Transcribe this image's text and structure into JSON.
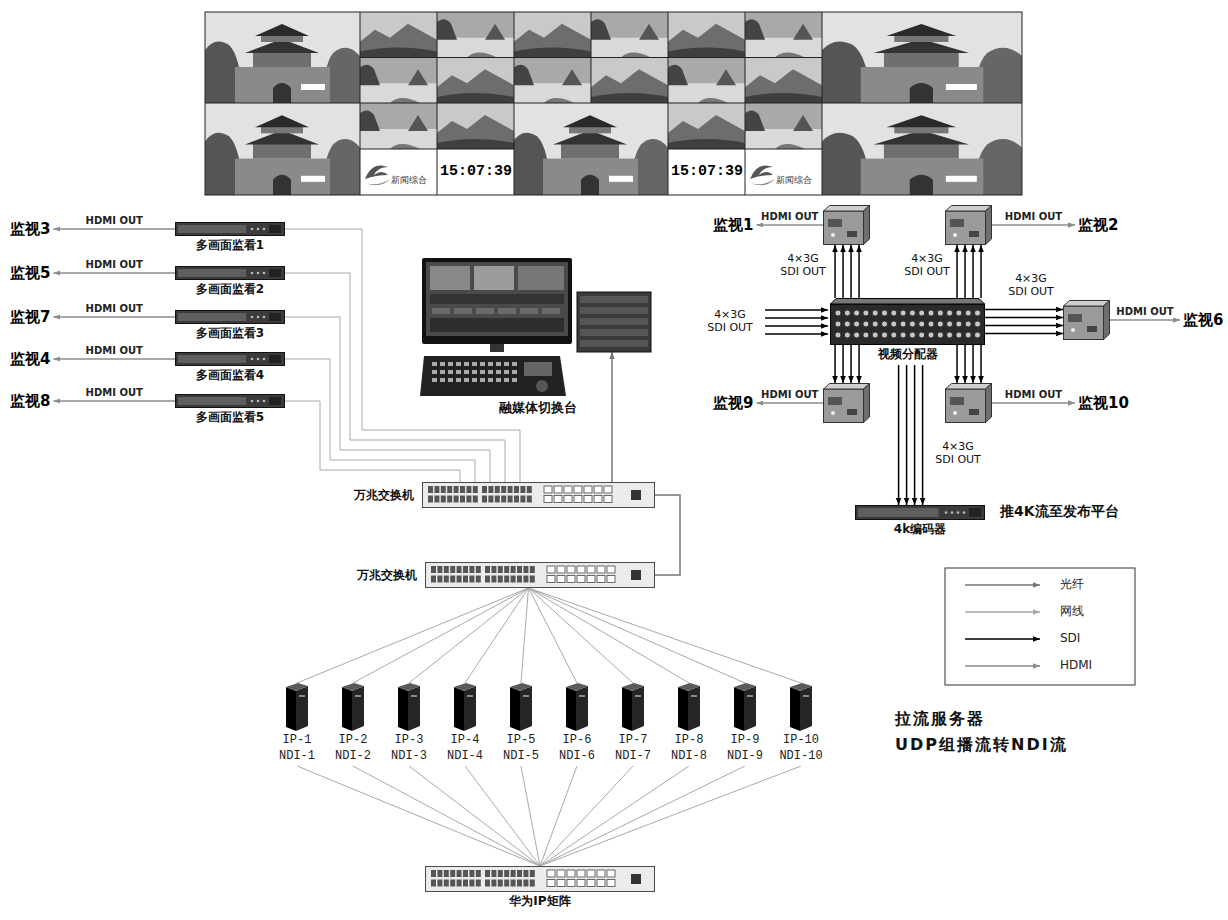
{
  "diagram": {
    "nodes": [
      {
        "text": [
          "监视3"
        ]
      },
      {
        "text": [
          "多画面监看1"
        ]
      },
      {
        "text": [
          "监视5"
        ]
      },
      {
        "text": [
          "多画面监看2"
        ]
      },
      {
        "text": [
          "监视7"
        ]
      },
      {
        "text": [
          "多画面监看3"
        ]
      },
      {
        "text": [
          "监视4"
        ]
      },
      {
        "text": [
          "多画面监看4"
        ]
      },
      {
        "text": [
          "监视8"
        ]
      },
      {
        "text": [
          "多画面监看5"
        ]
      },
      {
        "text": [
          "融媒体切换台"
        ]
      },
      {
        "text": [
          "万兆交换机"
        ]
      },
      {
        "text": [
          "万兆交换机"
        ]
      },
      {
        "text": [
          "IP-1",
          "NDI-1"
        ]
      },
      {
        "text": [
          "IP-2",
          "NDI-2"
        ]
      },
      {
        "text": [
          "IP-3",
          "NDI-3"
        ]
      },
      {
        "text": [
          "IP-4",
          "NDI-4"
        ]
      },
      {
        "text": [
          "IP-5",
          "NDI-5"
        ]
      },
      {
        "text": [
          "IP-6",
          "NDI-6"
        ]
      },
      {
        "text": [
          "IP-7",
          "NDI-7"
        ]
      },
      {
        "text": [
          "IP-8",
          "NDI-8"
        ]
      },
      {
        "text": [
          "IP-9",
          "NDI-9"
        ]
      },
      {
        "text": [
          "IP-10",
          "NDI-10"
        ]
      },
      {
        "text": [
          "华为IP矩阵"
        ]
      },
      {
        "text": [
          "监视1"
        ]
      },
      {
        "text": []
      },
      {
        "text": []
      },
      {
        "text": [
          "监视2"
        ]
      },
      {
        "text": [
          "视频分配器"
        ]
      },
      {
        "text": []
      },
      {
        "text": [
          "监视6"
        ]
      },
      {
        "text": [
          "监视9"
        ]
      },
      {
        "text": []
      },
      {
        "text": []
      },
      {
        "text": [
          "监视10"
        ]
      },
      {
        "text": [
          "4k编码器"
        ]
      }
    ],
    "edges": [
      {
        "from": 1,
        "to": 0,
        "label": "HDMI OUT",
        "arrow": "to"
      },
      {
        "from": 3,
        "to": 2,
        "label": "HDMI OUT",
        "arrow": "to"
      },
      {
        "from": 5,
        "to": 4,
        "label": "HDMI OUT",
        "arrow": "to"
      },
      {
        "from": 7,
        "to": 6,
        "label": "HDMI OUT",
        "arrow": "to"
      },
      {
        "from": 9,
        "to": 8,
        "label": "HDMI OUT",
        "arrow": "to"
      },
      {
        "from": 11,
        "to": 1,
        "arrow": "none"
      },
      {
        "from": 11,
        "to": 3,
        "arrow": "none"
      },
      {
        "from": 11,
        "to": 5,
        "arrow": "none"
      },
      {
        "from": 11,
        "to": 7,
        "arrow": "none"
      },
      {
        "from": 11,
        "to": 9,
        "arrow": "none"
      },
      {
        "from": 11,
        "to": 10,
        "arrow": "to"
      },
      {
        "from": 12,
        "to": 11,
        "arrow": "none"
      },
      {
        "from": 12,
        "to": 13,
        "arrow": "none"
      },
      {
        "from": 12,
        "to": 14,
        "arrow": "none"
      },
      {
        "from": 12,
        "to": 15,
        "arrow": "none"
      },
      {
        "from": 12,
        "to": 16,
        "arrow": "none"
      },
      {
        "from": 12,
        "to": 17,
        "arrow": "none"
      },
      {
        "from": 12,
        "to": 18,
        "arrow": "none"
      },
      {
        "from": 12,
        "to": 19,
        "arrow": "none"
      },
      {
        "from": 12,
        "to": 20,
        "arrow": "none"
      },
      {
        "from": 12,
        "to": 21,
        "arrow": "none"
      },
      {
        "from": 12,
        "to": 22,
        "arrow": "none"
      },
      {
        "from": 23,
        "to": 13,
        "arrow": "none"
      },
      {
        "from": 23,
        "to": 14,
        "arrow": "none"
      },
      {
        "from": 23,
        "to": 15,
        "arrow": "none"
      },
      {
        "from": 23,
        "to": 16,
        "arrow": "none"
      },
      {
        "from": 23,
        "to": 17,
        "arrow": "none"
      },
      {
        "from": 23,
        "to": 18,
        "arrow": "none"
      },
      {
        "from": 23,
        "to": 19,
        "arrow": "none"
      },
      {
        "from": 23,
        "to": 20,
        "arrow": "none"
      },
      {
        "from": 23,
        "to": 21,
        "arrow": "none"
      },
      {
        "from": 23,
        "to": 22,
        "arrow": "none"
      },
      {
        "from": 28,
        "to": 25,
        "label": "4×3G SDI OUT",
        "arrow": "to"
      },
      {
        "from": 28,
        "to": 26,
        "label": "4×3G SDI OUT",
        "arrow": "to"
      },
      {
        "from": 28,
        "to": 29,
        "label": "4×3G SDI OUT",
        "arrow": "to"
      },
      {
        "from": 28,
        "to": 32,
        "arrow": "to"
      },
      {
        "from": 28,
        "to": 33,
        "arrow": "to"
      },
      {
        "from": 28,
        "to": 35,
        "label": "4×3G SDI OUT",
        "arrow": "to"
      },
      {
        "from": 25,
        "to": 24,
        "label": "HDMI OUT",
        "arrow": "to"
      },
      {
        "from": 26,
        "to": 27,
        "label": "HDMI OUT",
        "arrow": "to"
      },
      {
        "from": 29,
        "to": 30,
        "label": "HDMI OUT",
        "arrow": "to"
      },
      {
        "from": 32,
        "to": 31,
        "label": "HDMI OUT",
        "arrow": "to"
      },
      {
        "from": 33,
        "to": 34,
        "label": "HDMI OUT",
        "arrow": "to"
      }
    ],
    "labels": [
      "新闻综合",
      "15:07:39",
      "15:07:39",
      "新闻综合",
      "4×3G SDI OUT",
      "推4K流至发布平台",
      "拉流服务器 UDP组播流转NDI流"
    ],
    "legend": [
      {
        "text": "光纤"
      },
      {
        "text": "网线"
      },
      {
        "text": "SDI"
      },
      {
        "text": "HDMI"
      }
    ]
  }
}
